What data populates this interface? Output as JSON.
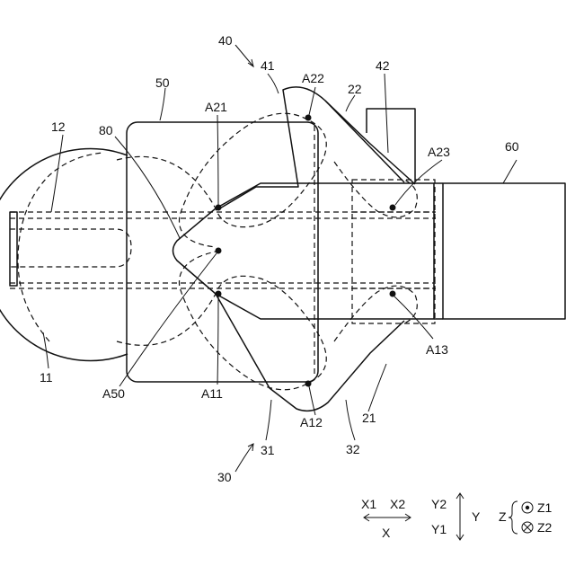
{
  "colors": {
    "line": "#111111",
    "background": "#ffffff"
  },
  "labels": {
    "ref_40": "40",
    "ref_41": "41",
    "ref_42": "42",
    "ref_22": "22",
    "ref_50": "50",
    "ref_12": "12",
    "ref_80": "80",
    "ref_60": "60",
    "ref_11": "11",
    "ref_21": "21",
    "ref_30": "30",
    "ref_31": "31",
    "ref_32": "32"
  },
  "points": {
    "A21": "A21",
    "A22": "A22",
    "A23": "A23",
    "A11": "A11",
    "A12": "A12",
    "A13": "A13",
    "A50": "A50"
  },
  "axes": {
    "x1": "X1",
    "x2": "X2",
    "x": "X",
    "y2": "Y2",
    "y1": "Y1",
    "y": "Y",
    "z": "Z",
    "z1": "Z1",
    "z2": "Z2"
  }
}
